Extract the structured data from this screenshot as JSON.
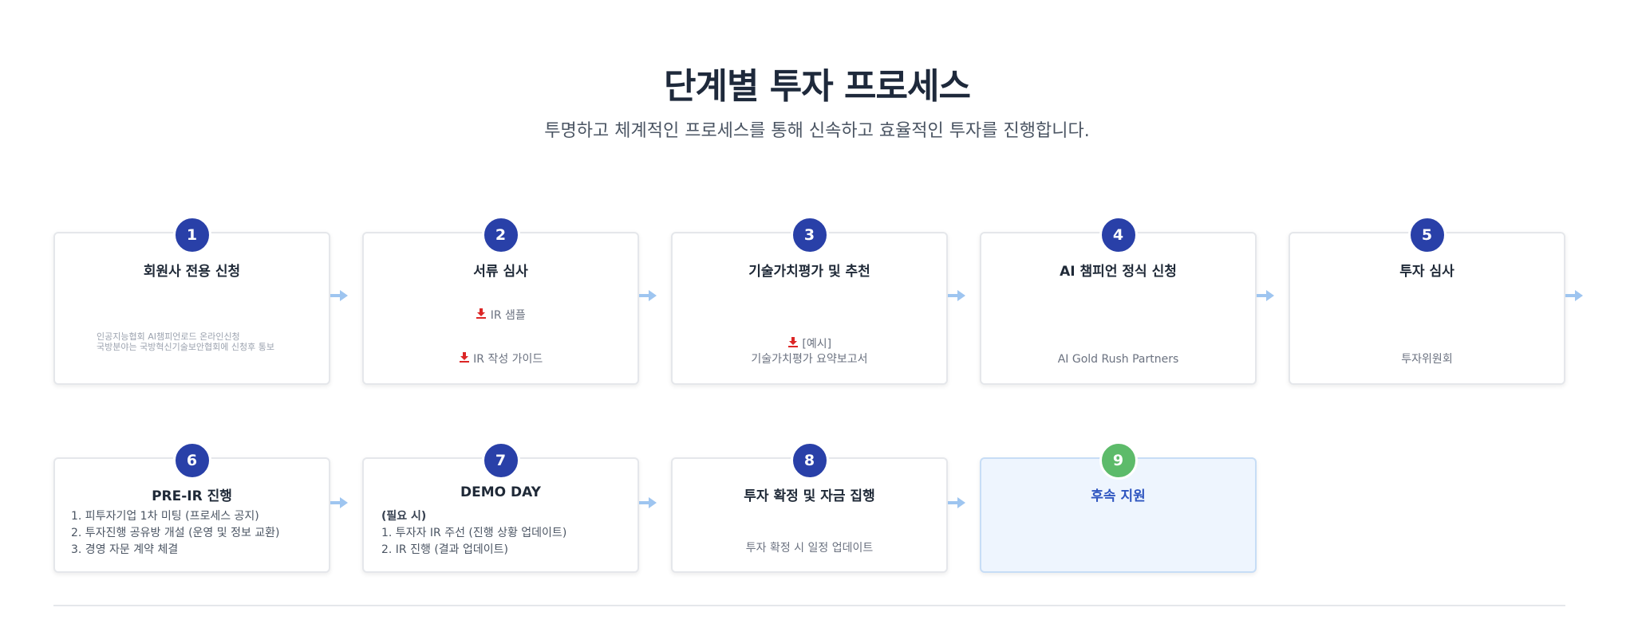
{
  "header": {
    "title": "단계별 투자 프로세스",
    "subtitle": "투명하고 체계적인 프로세스를 통해 신속하고 효율적인 투자를 진행합니다."
  },
  "steps": [
    {
      "num": "1",
      "title": "회원사 전용 신청",
      "line1": "인공지능협회 AI챔피언로드 온라인신청",
      "line2": "국방분야는 국방혁신기술보안협회에 신청후 통보"
    },
    {
      "num": "2",
      "title": "서류 심사",
      "link1": "IR 샘플",
      "link2": "IR 작성 가이드"
    },
    {
      "num": "3",
      "title": "기술가치평가 및 추천",
      "link1": "[예시]",
      "line2": "기술가치평가 요약보고서"
    },
    {
      "num": "4",
      "title": "AI 챔피언 정식 신청",
      "line1": "AI Gold Rush Partners"
    },
    {
      "num": "5",
      "title": "투자 심사",
      "line1": "투자위원회"
    },
    {
      "num": "6",
      "title": "PRE-IR 진행",
      "items": [
        "1. 피투자기업 1차 미팅 (프로세스 공지)",
        "2. 투자진행 공유방 개설 (운영 및 정보 교환)",
        "3. 경영 자문 계약 체결"
      ]
    },
    {
      "num": "7",
      "title": "DEMO DAY",
      "note": "(필요 시)",
      "items": [
        "1. 투자자 IR 주선 (진행 상황 업데이트)",
        "2. IR 진행 (결과 업데이트)"
      ]
    },
    {
      "num": "8",
      "title": "투자 확정 및 자금 집행",
      "line1": "투자 확정 시 일정 업데이트"
    },
    {
      "num": "9",
      "title": "후속 지원"
    }
  ],
  "icons": {
    "download": "download-icon",
    "arrow": "arrow-right-icon"
  },
  "colors": {
    "badge": "#2940a8",
    "badge_final": "#5dbb6a",
    "arrow": "#9ec5f0",
    "download_icon": "#dc2626",
    "highlight_bg": "#eef5fe"
  }
}
